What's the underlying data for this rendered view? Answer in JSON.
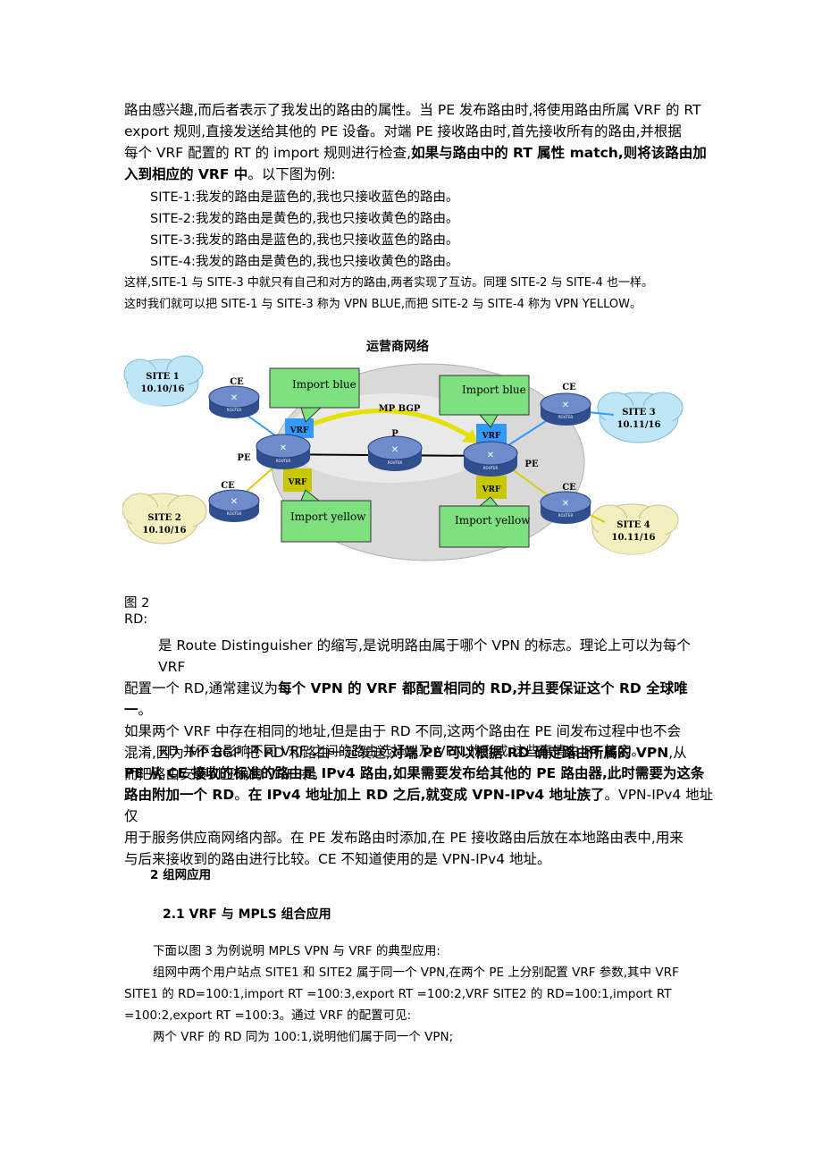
{
  "para1": {
    "l1": "路由感兴趣,而后者表示了我发出的路由的属性。当 PE 发布路由时,将使用路由所属 VRF 的 RT",
    "l2": "export 规则,直接发送给其他的 PE 设备。对端 PE 接收路由时,首先接收所有的路由,并根据",
    "l3a": "每个 VRF 配置的 RT 的 import 规则进行检查,",
    "l3b": "如果与路由中的 RT 属性 match,则将该路由加",
    "l4a": "入到相应的 VRF 中",
    "l4b": "。以下图为例:"
  },
  "sites": [
    "SITE-1:我发的路由是蓝色的,我也只接收蓝色的路由。",
    "SITE-2:我发的路由是黄色的,我也只接收黄色的路由。",
    "SITE-3:我发的路由是蓝色的,我也只接收蓝色的路由。",
    "SITE-4:我发的路由是黄色的,我也只接收黄色的路由。"
  ],
  "para2": {
    "l1": "这样,SITE-1 与 SITE-3 中就只有自己和对方的路由,两者实现了互访。同理 SITE-2 与 SITE-4 也一样。",
    "l2": "这时我们就可以把 SITE-1 与 SITE-3 称为 VPN BLUE,而把 SITE-2 与 SITE-4 称为 VPN YELLOW。"
  },
  "diagram": {
    "title": "运营商网络",
    "site1_name": "SITE 1",
    "site1_net": "10.10/16",
    "site2_name": "SITE 2",
    "site2_net": "10.10/16",
    "site3_name": "SITE 3",
    "site3_net": "10.11/16",
    "site4_name": "SITE 4",
    "site4_net": "10.11/16",
    "ce": "CE",
    "pe": "PE",
    "p": "P",
    "vrf": "VRF",
    "mpbgp": "MP BGP",
    "import_blue": "Import blue",
    "import_yellow": "Import yellow",
    "router": "ROUTER",
    "colors": {
      "blue_site": "#bfe6f7",
      "yellow_site": "#f4efbf",
      "callout": "#7fe07f",
      "vrf_blue": "#3399ff",
      "vrf_yellow": "#c8c800",
      "router": "#4a6aa8"
    }
  },
  "fig_caption": "图 2",
  "rd_label": "RD:",
  "para3": {
    "l1": "是 Route Distinguisher 的缩写,是说明路由属于哪个 VPN 的标志。理论上可以为每个 VRF",
    "l2a": "配置一个 RD,通常建议为",
    "l2b": "每个 VPN 的 VRF 都配置相同的 RD,并且要保证这个 RD 全球唯一",
    "l2c": "。",
    "l3": "如果两个 VRF 中存在相同的地址,但是由于 RD 不同,这两个路由在 PE 间发布过程中也不会",
    "l4a": "混淆,因为 MP BGP 把 RD 和路由一起发送,",
    "l4b": "对端 PE 可以根据 RD 确定路由所属的 VPN",
    "l4c": ",从",
    "l5": "而把路由安装到正确的 VRF 中。"
  },
  "para4": "RD 并不会影响不同 VRF 之间的路由选择以及 VPN 的形成,这些事情由 RT 搞定。",
  "para5": {
    "l1": "PE 从 CE 接收的标准的路由是 IPv4 路由,如果需要发布给其他的 PE 路由器,此时需要为这条",
    "l2a": "路由附加一个 RD",
    "l2b": "。",
    "l2c": "在 IPv4 地址加上 RD 之后,就变成 VPN-IPv4 地址族了",
    "l2d": "。VPN-IPv4 地址仅",
    "l3": "用于服务供应商网络内部。在 PE 发布路由时添加,在 PE 接收路由后放在本地路由表中,用来",
    "l4": "与后来接收到的路由进行比较。CE 不知道使用的是 VPN-IPv4 地址。"
  },
  "heading2": "2  组网应用",
  "heading21": "2.1 VRF 与 MPLS 组合应用",
  "para6": {
    "l1": "下面以图 3 为例说明 MPLS VPN 与 VRF 的典型应用:",
    "l2": "组网中两个用户站点 SITE1 和 SITE2 属于同一个 VPN,在两个 PE 上分别配置 VRF 参数,其中 VRF",
    "l3": "SITE1 的 RD=100:1,import RT =100:3,export RT =100:2,VRF SITE2 的 RD=100:1,import RT",
    "l4": "=100:2,export RT =100:3。通过 VRF 的配置可见:",
    "l5": "两个 VRF 的 RD 同为 100:1,说明他们属于同一个 VPN;"
  }
}
